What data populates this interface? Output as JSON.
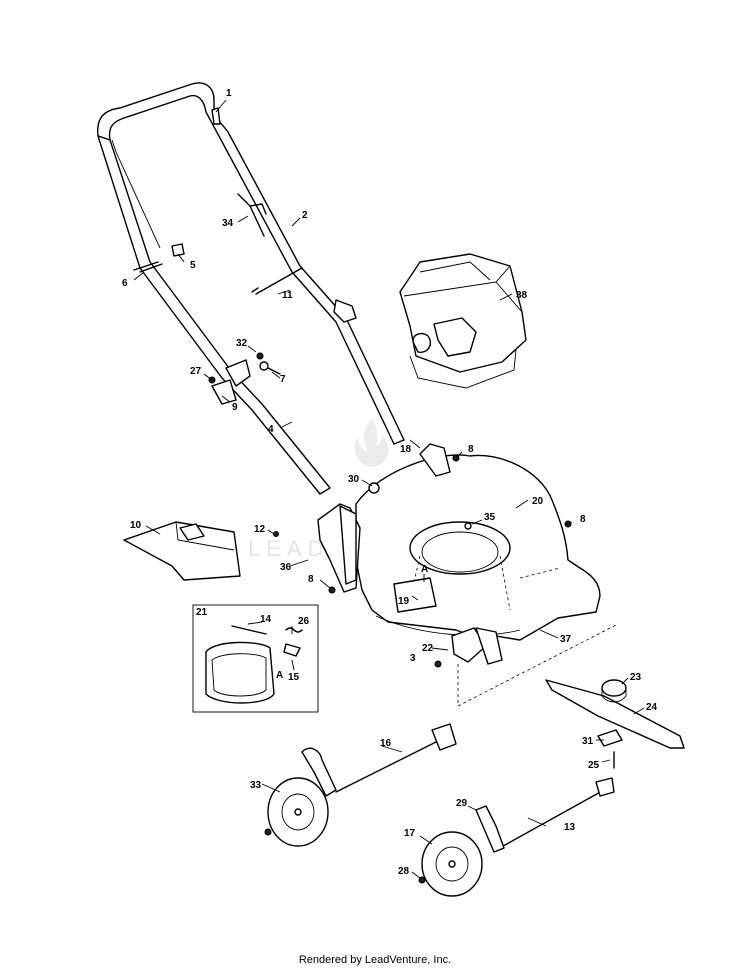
{
  "diagram": {
    "watermark": "LEADVENTURE",
    "callouts": {
      "c1": "1",
      "c2": "2",
      "c3": "3",
      "c4": "4",
      "c5": "5",
      "c6": "6",
      "c7": "7",
      "c8a": "8",
      "c8b": "8",
      "c8c": "8",
      "c9": "9",
      "c10": "10",
      "c11": "11",
      "c12": "12",
      "c13": "13",
      "c14": "14",
      "c15": "15",
      "c16": "16",
      "c17": "17",
      "c18": "18",
      "c19": "19",
      "c20": "20",
      "c21": "21",
      "c22": "22",
      "c23": "23",
      "c24": "24",
      "c25": "25",
      "c26": "26",
      "c27": "27",
      "c28": "28",
      "c29": "29",
      "c30": "30",
      "c31": "31",
      "c32": "32",
      "c33": "33",
      "c34": "34",
      "c35": "35",
      "c36": "36",
      "c37": "37",
      "c38": "38",
      "refA1": "A",
      "refA2": "A"
    }
  },
  "footer": {
    "text": "Rendered by LeadVenture, Inc."
  }
}
